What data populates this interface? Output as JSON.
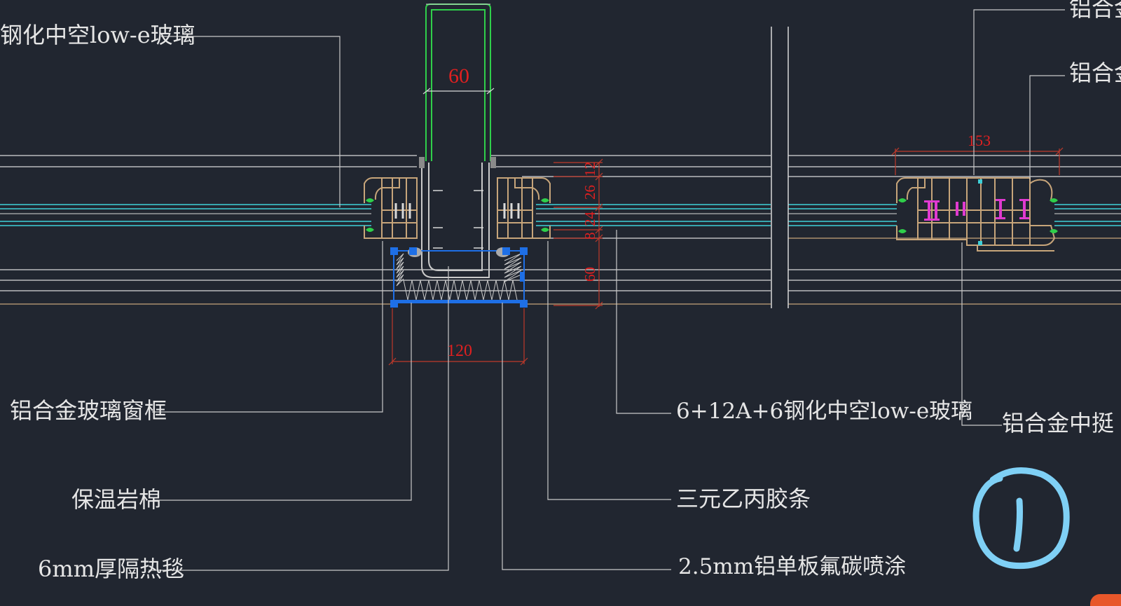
{
  "labels": {
    "top_left_glass": "钢化中空low-e玻璃",
    "top_right_1": "铝合金",
    "top_right_2": "铝合金",
    "window_frame": "铝合金玻璃窗框",
    "rock_wool": "保温岩棉",
    "insulation_blanket": "6mm厚隔热毯",
    "glass_spec": "6+12A+6钢化中空low-e玻璃",
    "epdm_strip": "三元乙丙胶条",
    "aluminum_panel": "2.5mm铝单板氟碳喷涂",
    "mullion": "铝合金中挺"
  },
  "dimensions": {
    "d60_top": "60",
    "d120": "120",
    "d153": "153",
    "d12": "12",
    "d26": "26",
    "d24": "24",
    "d8": "8",
    "d60_side": "60"
  },
  "colors": {
    "background": "#212630",
    "line_white": "#d9d9d9",
    "line_cyan": "#3fd0d8",
    "frame_tan": "#c7a57a",
    "dim_red": "#e02020",
    "steel_green": "#2fcf4a",
    "grip_blue": "#1e6fe6",
    "gasket_magenta": "#e03ad0",
    "marker_blue": "#7fd0f5"
  }
}
